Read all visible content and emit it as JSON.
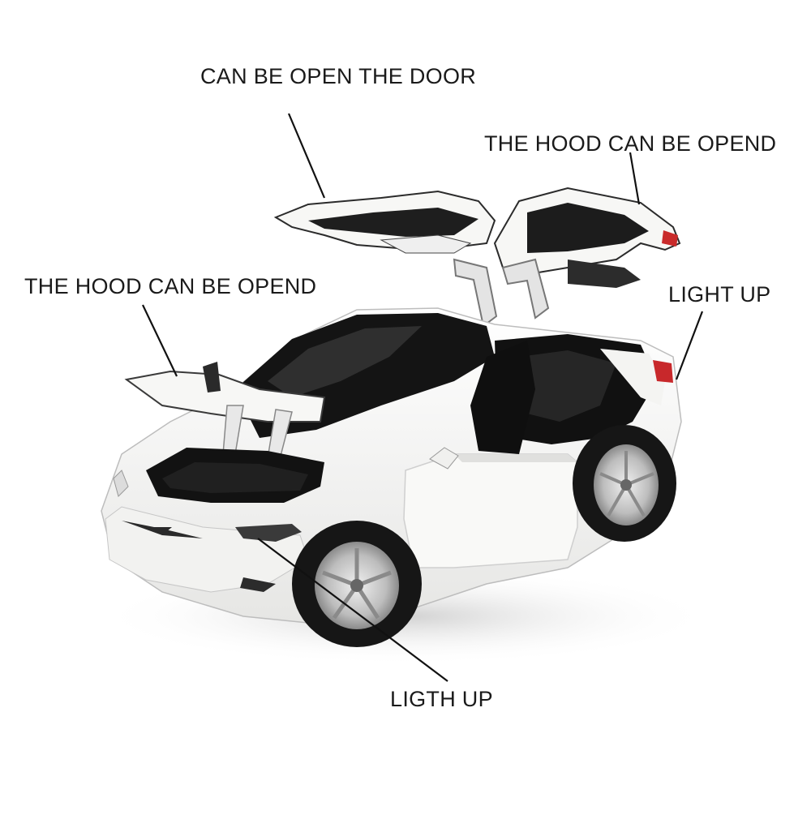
{
  "callouts": {
    "door": "CAN BE OPEN THE DOOR",
    "rear_hood": "THE HOOD CAN BE OPEND",
    "front_hood": "THE HOOD CAN BE OPEND",
    "tail_light": "LIGHT UP",
    "head_light": "LIGTH UP"
  },
  "product": {
    "subject": "white toy car model with open falcon-wing doors, front hood and front door",
    "body_color": "#f4f4f2"
  }
}
